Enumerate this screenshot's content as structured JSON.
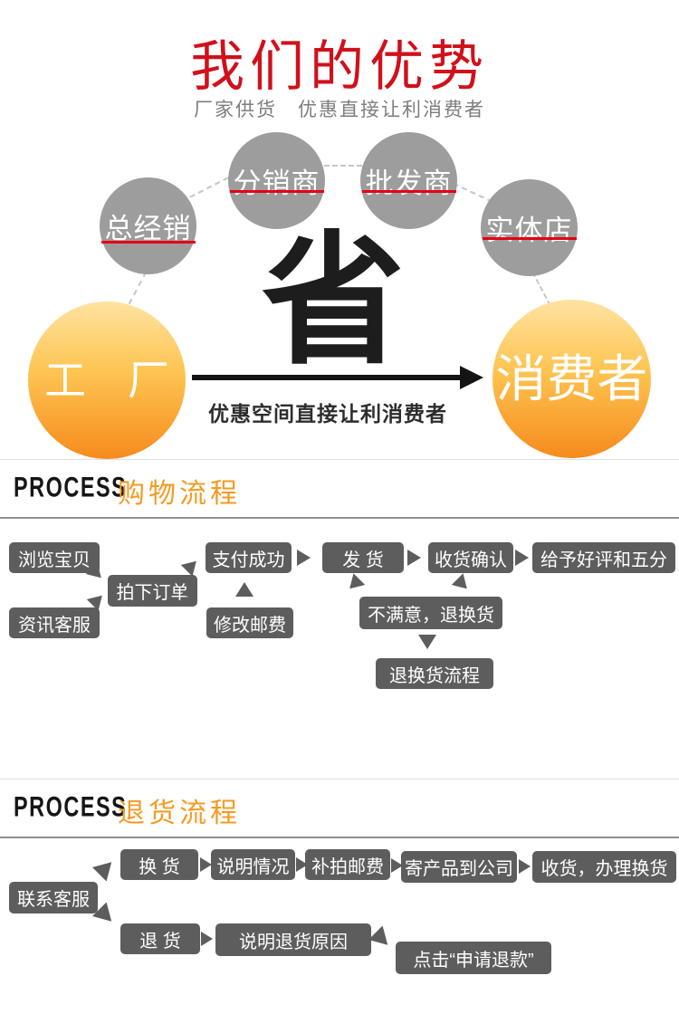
{
  "header": {
    "title": "我们的优势",
    "subtitle": "厂家供货　优惠直接让利消费者"
  },
  "diagram": {
    "middlemen": [
      "总经销",
      "分销商",
      "批发商",
      "实体店"
    ],
    "save_character": "省",
    "factory_label": "工　厂",
    "consumer_label": "消费者",
    "arrow_caption": "优惠空间直接让利消费者"
  },
  "shopping_process": {
    "label_en": "PROCESS",
    "label_cn": "购物流程",
    "nodes": {
      "browse": "浏览宝贝",
      "consult": "资讯客服",
      "place_order": "拍下订单",
      "pay_success": "支付成功",
      "edit_postage": "修改邮费",
      "ship": "发 货",
      "confirm_receipt": "收货确认",
      "give_praise": "给予好评和五分",
      "unsatisfied": "不满意，退换货",
      "return_flow": "退换货流程"
    }
  },
  "return_process": {
    "label_en": "PROCESS",
    "label_cn": "退货流程",
    "nodes": {
      "contact_service": "联系客服",
      "exchange": "换 货",
      "explain": "说明情况",
      "extra_postage": "补拍邮费",
      "send_product": "寄产品到公司",
      "receive_exchange": "收货，办理换货",
      "refund": "退 货",
      "explain_reason": "说明退货原因",
      "click_refund": "点击“申请退款”"
    }
  },
  "colors": {
    "title_red": "#d0111b",
    "strike_red": "#e60012",
    "process_orange": "#f59a23",
    "circle_gray": "#9d9d9d",
    "box_gray": "#5d5d5d",
    "orange_gradient_top": "#ffe3a2",
    "orange_gradient_bottom": "#f68b1e"
  }
}
